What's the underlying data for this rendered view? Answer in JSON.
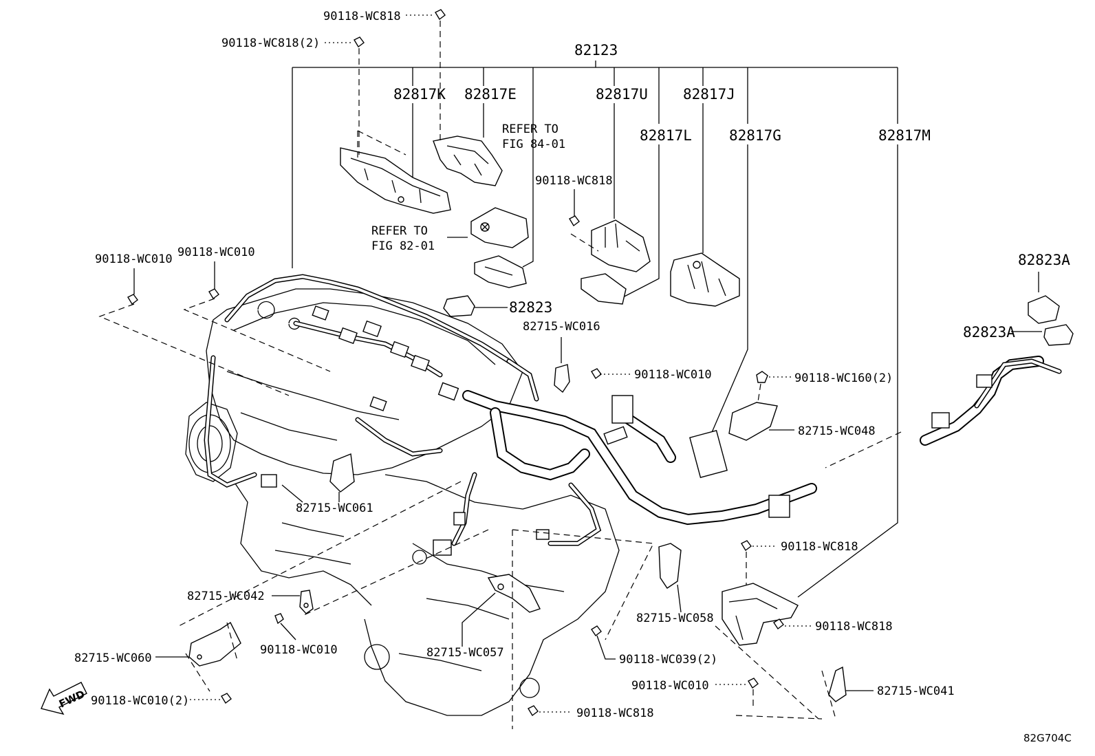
{
  "diagram": {
    "main_assembly": "82123",
    "sub_parts": [
      "82817K",
      "82817E",
      "82817U",
      "82817L",
      "82817J",
      "82817G",
      "82817M"
    ],
    "references": [
      {
        "line1": "REFER TO",
        "line2": "FIG 84-01"
      },
      {
        "line1": "REFER TO",
        "line2": "FIG 82-01"
      }
    ],
    "labels": {
      "bolt_top": "90118-WC818",
      "bolt_top_2": "90118-WC818(2)",
      "bolt_mid": "90118-WC818",
      "wc010_left": "90118-WC010",
      "wc010_left2": "90118-WC010",
      "p82823": "82823",
      "p82823a_1": "82823A",
      "p82823a_2": "82823A",
      "wc016": "82715-WC016",
      "wc010_mid": "90118-WC010",
      "wc160": "90118-WC160(2)",
      "wc048": "82715-WC048",
      "wc061": "82715-WC061",
      "wc818_right": "90118-WC818",
      "wc042": "82715-WC042",
      "wc058": "82715-WC058",
      "wc818_right2": "90118-WC818",
      "wc060": "82715-WC060",
      "wc010_bot": "90118-WC010",
      "wc057": "82715-WC057",
      "wc039": "90118-WC039(2)",
      "wc010_bot2": "90118-WC010",
      "wc041": "82715-WC041",
      "wc010_2_bot": "90118-WC010(2)",
      "wc818_bot": "90118-WC818"
    },
    "fwd_label": "FWD",
    "figure_code": "82G704C"
  }
}
